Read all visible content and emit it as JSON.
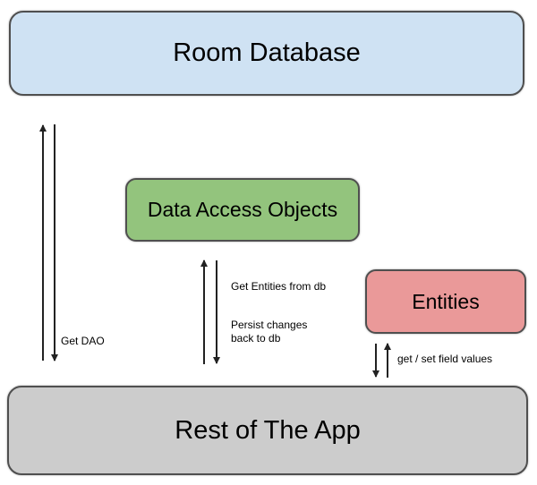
{
  "nodes": {
    "room_database": {
      "label": "Room Database",
      "fill": "#cfe2f3"
    },
    "dao": {
      "label": "Data Access Objects",
      "fill": "#93c47d"
    },
    "entities": {
      "label": "Entities",
      "fill": "#ea9999"
    },
    "rest_of_app": {
      "label": "Rest of The App",
      "fill": "#cccccc"
    }
  },
  "edges": {
    "get_dao": {
      "label": "Get DAO"
    },
    "get_entities": {
      "label": "Get Entities from db"
    },
    "persist": {
      "line1": "Persist changes",
      "line2": "back to db"
    },
    "get_set": {
      "label": "get / set field values"
    }
  },
  "colors": {
    "background": "#ffffff",
    "border": "#4f4f4f",
    "arrow": "#222222",
    "text": "#000000"
  }
}
